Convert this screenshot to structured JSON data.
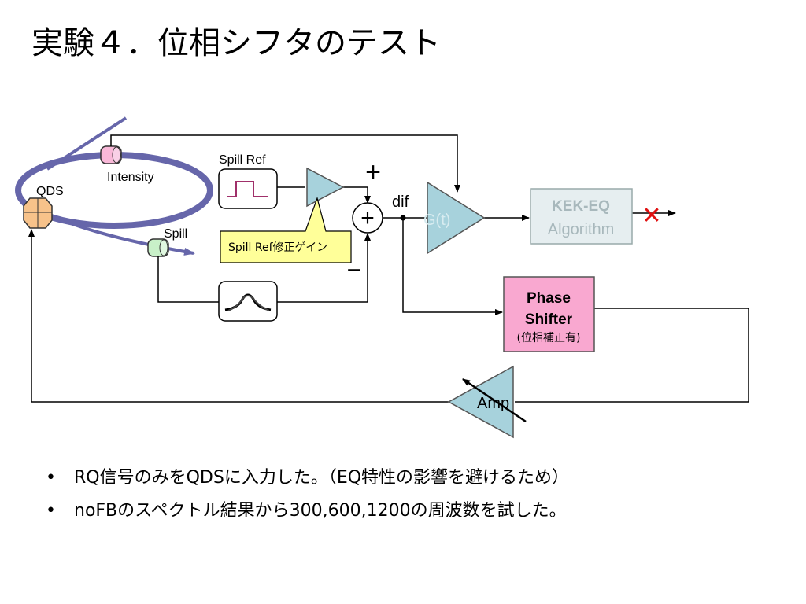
{
  "title": "実験４．位相シフタのテスト",
  "diagram": {
    "qds_label": "QDS",
    "intensity_label": "Intensity",
    "spill_label": "Spill",
    "spill_ref_label": "Spill Ref",
    "spill_ref_gain_label": "Spill Ref修正ゲイン",
    "plus_sign": "+",
    "minus_sign": "−",
    "sum_symbol": "+",
    "dif_label": "dif",
    "gt_label": "G(t)",
    "kekeq_title": "KEK-EQ",
    "kekeq_subtitle": "Algorithm",
    "phase_shifter_line1": "Phase",
    "phase_shifter_line2": "Shifter",
    "phase_shifter_note": "(位相補正有)",
    "amp_label": "Amp",
    "disabled_mark": "✕"
  },
  "colors": {
    "teal": "#a7d2dc",
    "pink": "#f9a8d0",
    "gold_tag": "#ffff99",
    "ring": "#6666aa",
    "disabled_red": "#e01010"
  },
  "bullets": [
    "RQ信号のみをQDSに入力した。（EQ特性の影響を避けるため）",
    "noFBのスペクトル結果から300,600,1200の周波数を試した。"
  ],
  "bullet_marker": "•"
}
